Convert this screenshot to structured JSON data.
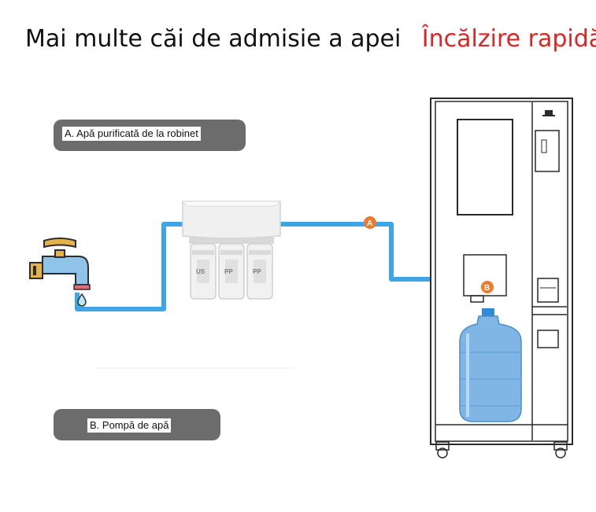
{
  "header": {
    "title": "Mai multe căi de admisie a apei",
    "accent": "Încălzire rapidă"
  },
  "labels": {
    "option_a": "A. Apă purificată de la robinet",
    "option_b": "B. Pompă de apă"
  },
  "markers": {
    "a": "A",
    "b": "B"
  },
  "filter": {
    "cartridges": [
      "US",
      "PP",
      "PP"
    ]
  },
  "colors": {
    "pipe": "#3ea6e6",
    "marker": "#f07a2c",
    "accent": "#e02424",
    "pill": "#6c6c6c"
  },
  "icons": {
    "faucet": "faucet-icon",
    "filter": "water-filter-unit",
    "machine": "vending-machine",
    "bottle": "water-jug"
  }
}
